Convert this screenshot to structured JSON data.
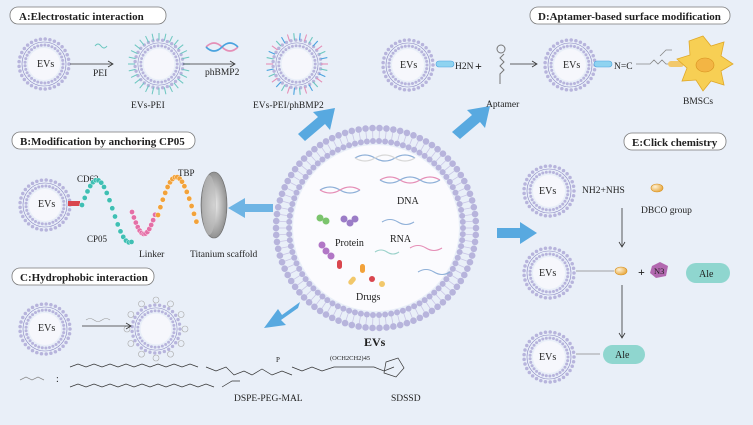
{
  "panels": {
    "a": {
      "title": "A:Electrostatic interaction",
      "ev": "EVs",
      "pei": "PEI",
      "ev_pei": "EVs-PEI",
      "phbmp2": "phBMP2",
      "ev_pei_phbmp2": "EVs-PEI/phBMP2"
    },
    "b": {
      "title": "B:Modification by anchoring CP05",
      "ev": "EVs",
      "cd63": "CD63",
      "cp05": "CP05",
      "linker": "Linker",
      "tbp": "TBP",
      "titanium": "Titanium scaffold"
    },
    "c": {
      "title": "C:Hydrophobic interaction",
      "ev": "EVs",
      "dspe": "DSPE-PEG-MAL",
      "sdssd": "SDSSD"
    },
    "d": {
      "title": "D:Aptamer-based surface modification",
      "ev": "EVs",
      "h2n": "H2N",
      "plus": "+",
      "aptamer": "Aptamer",
      "ev2": "EVs",
      "nc": "N=C",
      "bmscs": "BMSCs"
    },
    "e": {
      "title": "E:Click chemistry",
      "ev1": "EVs",
      "nh2nhs": "NH2+NHS",
      "dbco": "DBCO group",
      "ev2": "EVs",
      "plus": "+",
      "n3": "N3",
      "ale1": "Ale",
      "ev3": "EVs",
      "ale2": "Ale"
    }
  },
  "center": {
    "dna": "DNA",
    "protein": "Protein",
    "rna": "RNA",
    "drugs": "Drugs",
    "label": "EVs"
  },
  "colors": {
    "membrane": "#b7b4dc",
    "membrane_dark": "#8d88c4",
    "arrow": "#4aa3df",
    "teal": "#5fc2c8",
    "pink": "#e58fb7",
    "orange": "#f2a23a",
    "ale": "#8fd6cf",
    "n3": "#b268b0"
  }
}
